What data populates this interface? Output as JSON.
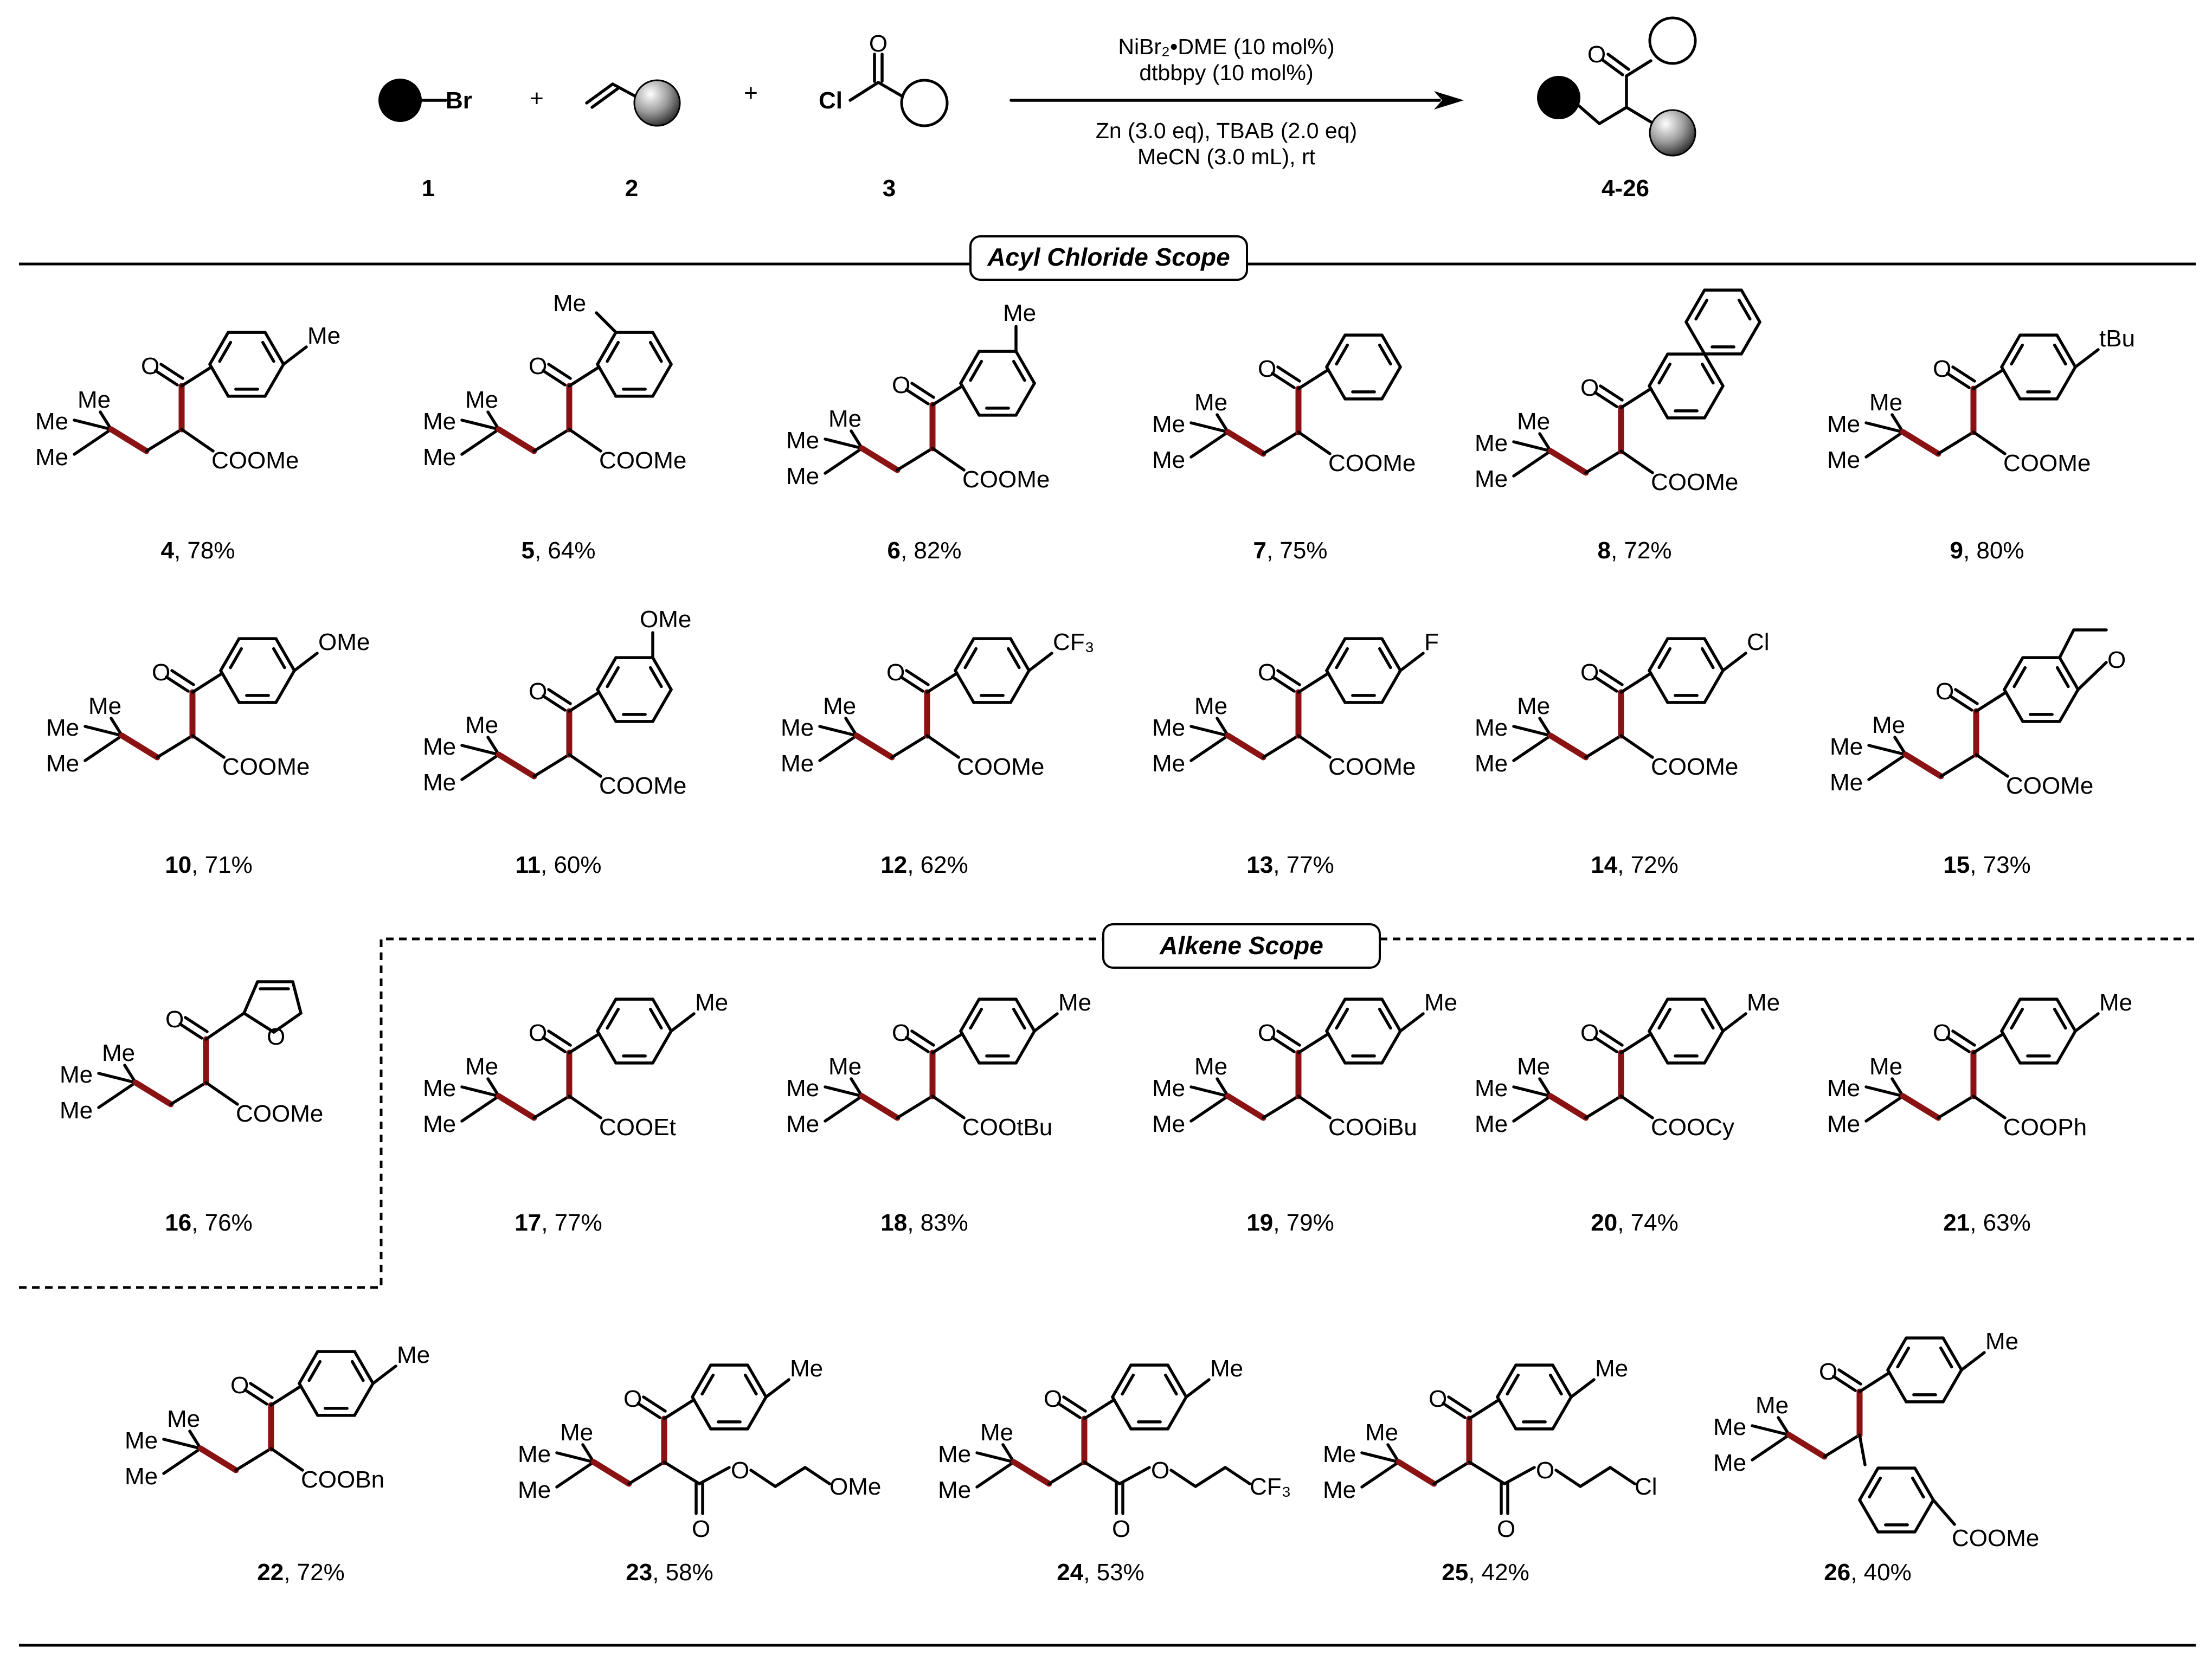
{
  "header": {
    "reactant_labels": [
      "1",
      "2",
      "3"
    ],
    "atom_br": "Br",
    "atom_cl": "Cl",
    "atom_o": "O",
    "plus": "+",
    "conditions_above": [
      "NiBr₂•DME (10 mol%)",
      "dtbbpy (10 mol%)"
    ],
    "conditions_below": [
      "Zn (3.0 eq), TBAB (2.0 eq)",
      "MeCN (3.0 mL), rt"
    ],
    "product_label": "4-26"
  },
  "sections": {
    "acyl": "Acyl Chloride Scope",
    "alkene": "Alkene Scope"
  },
  "compounds": [
    {
      "id": "4",
      "yield": ", 78%",
      "sub": "Me",
      "sub_pos": "para",
      "ester": "COOMe"
    },
    {
      "id": "5",
      "yield": ", 64%",
      "sub": "Me",
      "sub_pos": "ortho",
      "ester": "COOMe"
    },
    {
      "id": "6",
      "yield": ", 82%",
      "sub": "Me",
      "sub_pos": "meta",
      "ester": "COOMe"
    },
    {
      "id": "7",
      "yield": ", 75%",
      "sub": "",
      "sub_pos": "none",
      "ester": "COOMe"
    },
    {
      "id": "8",
      "yield": ", 72%",
      "sub": "",
      "sub_pos": "naphthyl",
      "ester": "COOMe"
    },
    {
      "id": "9",
      "yield": ", 80%",
      "sub": "tBu",
      "sub_pos": "para",
      "ester": "COOMe"
    },
    {
      "id": "10",
      "yield": ", 71%",
      "sub": "OMe",
      "sub_pos": "para",
      "ester": "COOMe"
    },
    {
      "id": "11",
      "yield": ", 60%",
      "sub": "OMe",
      "sub_pos": "meta",
      "ester": "COOMe"
    },
    {
      "id": "12",
      "yield": ", 62%",
      "sub": "CF₃",
      "sub_pos": "para",
      "ester": "COOMe"
    },
    {
      "id": "13",
      "yield": ",  77%",
      "sub": "F",
      "sub_pos": "para",
      "ester": "COOMe"
    },
    {
      "id": "14",
      "yield": ", 72%",
      "sub": "Cl",
      "sub_pos": "para",
      "ester": "COOMe"
    },
    {
      "id": "15",
      "yield": ", 73%",
      "sub": "O",
      "sub_pos": "benzofuran",
      "ester": "COOMe"
    },
    {
      "id": "16",
      "yield": ", 76%",
      "sub": "O",
      "sub_pos": "furan",
      "ester": "COOMe"
    },
    {
      "id": "17",
      "yield": ", 77%",
      "sub": "Me",
      "sub_pos": "para",
      "ester": "COOEt"
    },
    {
      "id": "18",
      "yield": ", 83%",
      "sub": "Me",
      "sub_pos": "para",
      "ester": "COOtBu"
    },
    {
      "id": "19",
      "yield": ",  79%",
      "sub": "Me",
      "sub_pos": "para",
      "ester": "COOiBu"
    },
    {
      "id": "20",
      "yield": ", 74%",
      "sub": "Me",
      "sub_pos": "para",
      "ester": "COOCy"
    },
    {
      "id": "21",
      "yield": ", 63%",
      "sub": "Me",
      "sub_pos": "para",
      "ester": "COOPh"
    },
    {
      "id": "22",
      "yield": ", 72%",
      "sub": "Me",
      "sub_pos": "para",
      "ester": "COOBn"
    },
    {
      "id": "23",
      "yield": ", 58%",
      "sub": "Me",
      "sub_pos": "para",
      "ester": "ether",
      "ether_end": "OMe"
    },
    {
      "id": "24",
      "yield": ", 53%",
      "sub": "Me",
      "sub_pos": "para",
      "ester": "ether",
      "ether_end": "CF₃"
    },
    {
      "id": "25",
      "yield": ", 42%",
      "sub": "Me",
      "sub_pos": "para",
      "ester": "ether",
      "ether_end": "Cl"
    },
    {
      "id": "26",
      "yield": ", 40%",
      "sub": "Me",
      "sub_pos": "para",
      "ester": "aryl",
      "aryl_sub": "COOMe"
    }
  ],
  "common_atoms": {
    "me": "Me",
    "o": "O"
  }
}
